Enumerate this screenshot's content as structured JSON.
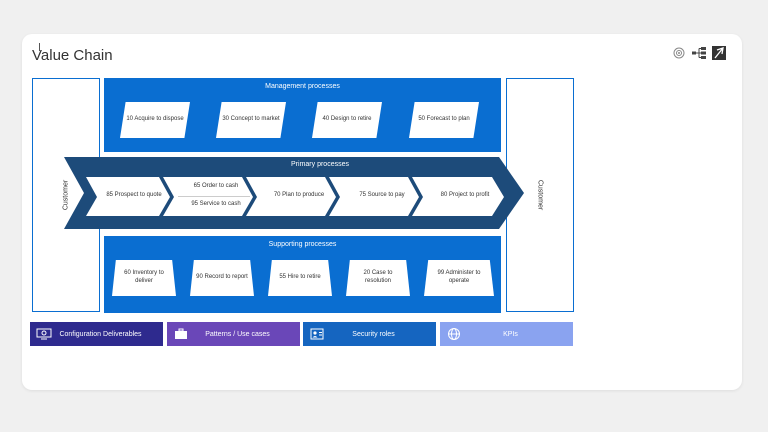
{
  "title": "Value Chain",
  "icons": [
    "target-icon",
    "hierarchy-icon",
    "flag-icon"
  ],
  "colors": {
    "band": "#0a6ed1",
    "chevron": "#1d4b7a",
    "tile1": "#2e2a8e",
    "tile2": "#6a47b8",
    "tile3": "#1565c0",
    "tile4": "#8aa3f0"
  },
  "customer_left": "Customer",
  "customer_right": "Customer",
  "management": {
    "title": "Management processes",
    "items": [
      "10 Acquire to dispose",
      "30 Concept to market",
      "40 Design to retire",
      "50 Forecast to plan"
    ]
  },
  "primary": {
    "title": "Primary processes",
    "items": [
      "85 Prospect to quote",
      "65 Order to cash",
      "95 Service to cash",
      "70 Plan to produce",
      "75 Source to pay",
      "80 Project to profit"
    ]
  },
  "supporting": {
    "title": "Supporting processes",
    "items": [
      "60 Inventory to deliver",
      "90 Record to report",
      "55 Hire to retire",
      "20 Case to resolution",
      "99 Administer to operate"
    ]
  },
  "bottom": [
    "Configuration Deliverables",
    "Patterns / Use cases",
    "Security roles",
    "KPIs"
  ]
}
